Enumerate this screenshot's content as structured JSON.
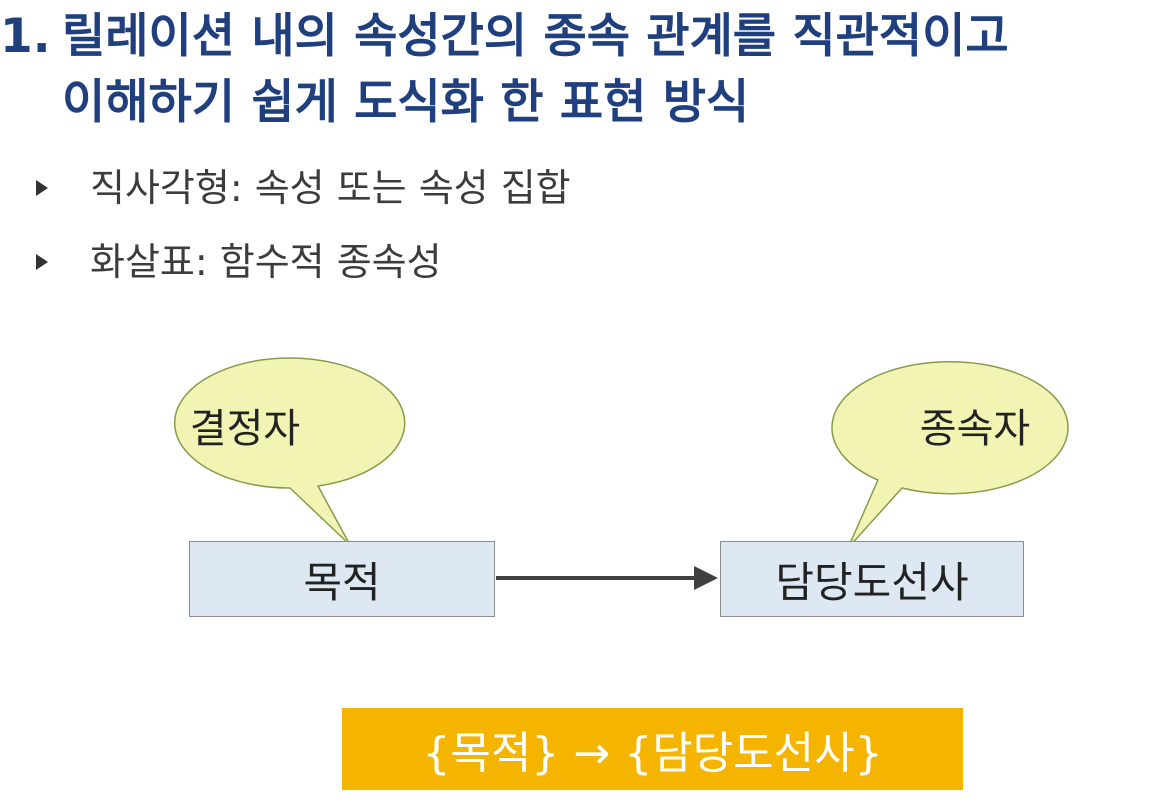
{
  "heading": {
    "number": "1.",
    "line1": "릴레이션 내의 속성간의 종속 관계를 직관적이고",
    "line2": "이해하기 쉽게 도식화 한 표현 방식"
  },
  "bullets": [
    {
      "text": "직사각형: 속성 또는 속성 집합"
    },
    {
      "text": "화살표: 함수적 종속성"
    }
  ],
  "diagram": {
    "left_box": "목적",
    "right_box": "담당도선사",
    "left_bubble": "결정자",
    "right_bubble": "종속자"
  },
  "formula": "{목적} → {담당도선사}",
  "colors": {
    "heading": "#1f3f7f",
    "box_fill": "#dde8f3",
    "bubble_fill": "#f2f4b4",
    "formula_bg": "#f5b400"
  }
}
